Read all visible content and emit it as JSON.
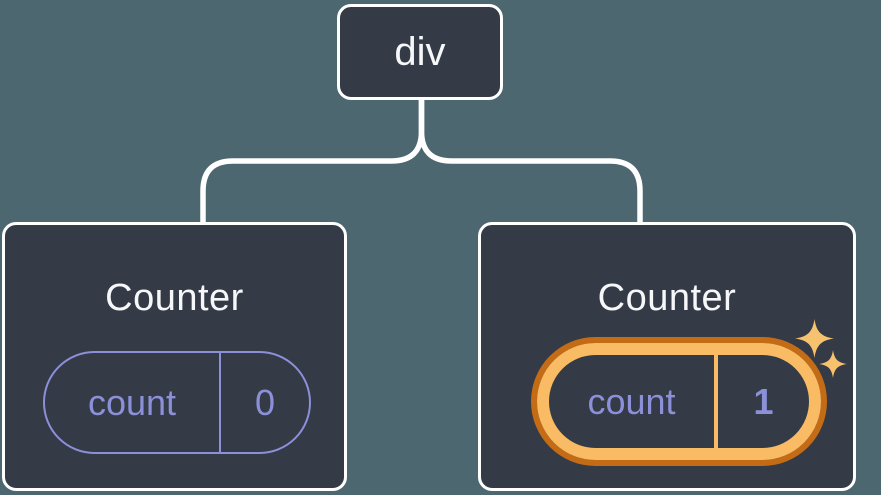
{
  "tree": {
    "root": {
      "label": "div"
    },
    "children": [
      {
        "title": "Counter",
        "state": {
          "name": "count",
          "value": "0"
        },
        "highlighted": false
      },
      {
        "title": "Counter",
        "state": {
          "name": "count",
          "value": "1"
        },
        "highlighted": true
      }
    ]
  },
  "icons": {
    "highlight_badge": "sparkles-icon"
  },
  "colors": {
    "background": "#4D6771",
    "node_fill": "#343A46",
    "node_border": "#FFFFFF",
    "connector": "#FFFFFF",
    "state_purple": "#8B90D9",
    "highlight_orange_outer": "#C46B16",
    "highlight_orange_inner": "#F9BB63",
    "sparkle": "#F7C26E"
  }
}
